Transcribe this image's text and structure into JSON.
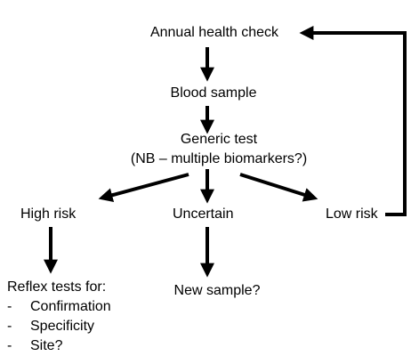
{
  "nodes": {
    "annual": "Annual health check",
    "blood": "Blood sample",
    "generic_line1": "Generic test",
    "generic_line2": "(NB – multiple biomarkers?)",
    "high_risk": "High risk",
    "uncertain": "Uncertain",
    "low_risk": "Low risk",
    "new_sample": "New sample?",
    "reflex_title": "Reflex tests for:",
    "reflex_items": [
      {
        "bullet": "-",
        "text": "Confirmation"
      },
      {
        "bullet": "-",
        "text": "Specificity"
      },
      {
        "bullet": "-",
        "text": "Site?"
      }
    ]
  },
  "colors": {
    "text": "#000000",
    "arrow": "#000000",
    "background": "#ffffff"
  }
}
